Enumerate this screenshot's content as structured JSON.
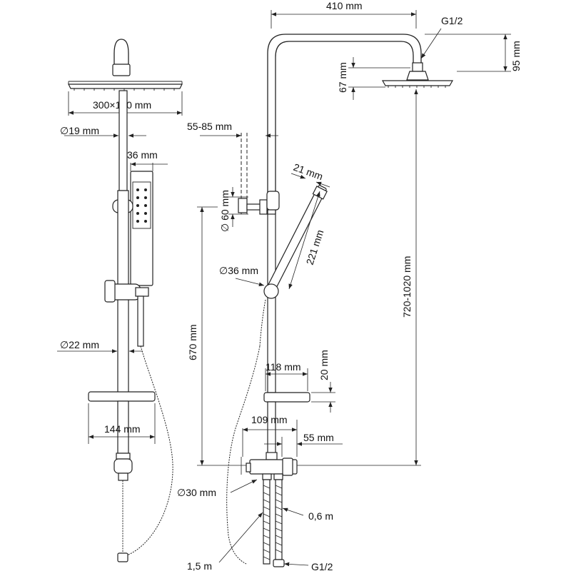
{
  "labels": {
    "top_width": "410 mm",
    "inlet_top": "G1/2",
    "height_95": "95 mm",
    "height_67": "67 mm",
    "head_size": "300×190 mm",
    "rod_diameter": "∅19 mm",
    "handshower_width": "36 mm",
    "adjust_range": "55-85 mm",
    "handshower_tip": "21 mm",
    "holder_diameter": "∅ 60 mm",
    "handshower_length": "221 mm",
    "slider_diameter": "∅36 mm",
    "height_range": "720-1020 mm",
    "pipe_diameter": "∅22 mm",
    "height_670": "670 mm",
    "shelf_depth": "118 mm",
    "shelf_height": "20 mm",
    "shelf_width": "144 mm",
    "mixer_width": "109 mm",
    "mixer_offset": "55 mm",
    "outlet_diameter": "∅30 mm",
    "hose_length_1": "0,6 m",
    "hose_length_2": "1,5 m",
    "inlet_bottom": "G1/2"
  }
}
